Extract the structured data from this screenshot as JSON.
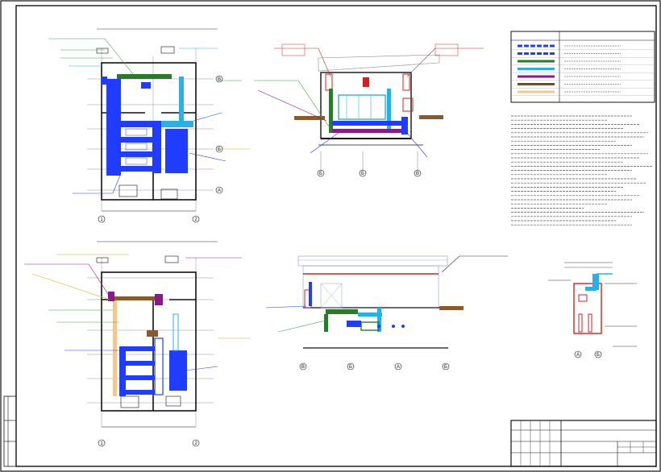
{
  "sheet": {
    "axes_plan": [
      "1",
      "2",
      "В",
      "Б",
      "А"
    ],
    "axes_section": [
      "Б",
      "Б",
      "В"
    ],
    "axes_lower_section": [
      "В",
      "Б",
      "А",
      "Б"
    ],
    "axes_lower_plan": [
      "1",
      "2"
    ],
    "axes_small_section": [
      "А",
      "Б"
    ]
  },
  "legend": {
    "items": [
      {
        "color": "#1f3cff",
        "pattern": "dash"
      },
      {
        "color": "#1f3cff",
        "pattern": "dash"
      },
      {
        "color": "#2a7a2a",
        "pattern": "solid"
      },
      {
        "color": "#2ab0e8",
        "pattern": "solid"
      },
      {
        "color": "#8a1a8a",
        "pattern": "solid"
      },
      {
        "color": "#7a4a1a",
        "pattern": "solid"
      },
      {
        "color": "#f0c890",
        "pattern": "solid"
      }
    ]
  },
  "colors": {
    "supply": "#1f3cff",
    "exhaust": "#2ab0e8",
    "return_duct": "#2a7a2a",
    "heating": "#d42020",
    "smoke": "#8a1a8a",
    "brown_duct": "#8a5a2a",
    "beige_duct": "#f0c890",
    "grid": "#6a7a9a",
    "leader_green": "#3aa040",
    "leader_yellow": "#d8b020"
  }
}
